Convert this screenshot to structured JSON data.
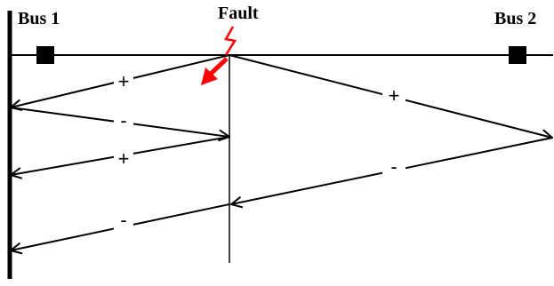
{
  "diagram": {
    "labels": {
      "bus1": "Bus 1",
      "bus2": "Bus 2",
      "fault": "Fault"
    },
    "wave_signs": [
      "+",
      "-",
      "+",
      "-",
      "+",
      "-"
    ],
    "colors": {
      "line": "#000000",
      "fault": "#ff0000"
    }
  }
}
